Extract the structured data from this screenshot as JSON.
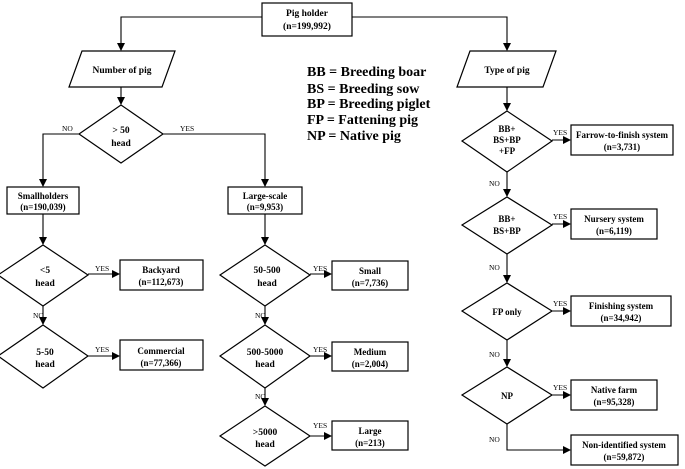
{
  "root": {
    "title": "Pig holder",
    "count": "(n=199,992)"
  },
  "left_branch": {
    "label": "Number of pig"
  },
  "right_branch": {
    "label": "Type of pig"
  },
  "legend": [
    "BB = Breeding boar",
    "BS = Breeding sow",
    "BP = Breeding piglet",
    "FP = Fattening pig",
    "NP = Native pig"
  ],
  "decision_50": {
    "line1": "> 50",
    "line2": "head",
    "no": "NO",
    "yes": "YES"
  },
  "smallholders": {
    "title": "Smallholders",
    "count": "(n=190,039)"
  },
  "largescale": {
    "title": "Large-scale",
    "count": "(n=9,953)"
  },
  "decision_lt5": {
    "line1": "<5",
    "line2": "head",
    "yes": "YES",
    "no": "NO"
  },
  "decision_5_50": {
    "line1": "5-50",
    "line2": "head",
    "yes": "YES"
  },
  "backyard": {
    "title": "Backyard",
    "count": "(n=112,673)"
  },
  "commercial": {
    "title": "Commercial",
    "count": "(n=77,366)"
  },
  "decision_50_500": {
    "line1": "50-500",
    "line2": "head",
    "yes": "YES",
    "no": "NO"
  },
  "decision_500_5000": {
    "line1": "500-5000",
    "line2": "head",
    "yes": "YES",
    "no": "NO"
  },
  "decision_gt5000": {
    "line1": ">5000",
    "line2": "head",
    "yes": "YES"
  },
  "small": {
    "title": "Small",
    "count": "(n=7,736)"
  },
  "medium": {
    "title": "Medium",
    "count": "(n=2,004)"
  },
  "large": {
    "title": "Large",
    "count": "(n=213)"
  },
  "decision_ftf": {
    "line1": "BB+",
    "line2": "BS+BP",
    "line3": "+FP",
    "yes": "YES",
    "no": "NO"
  },
  "decision_nursery": {
    "line1": "BB+",
    "line2": "BS+BP",
    "yes": "YES",
    "no": "NO"
  },
  "decision_fp": {
    "line1": "FP only",
    "yes": "YES",
    "no": "NO"
  },
  "decision_np": {
    "line1": "NP",
    "yes": "YES",
    "no": "NO"
  },
  "ftf": {
    "title": "Farrow-to-finish system",
    "count": "(n=3,731)"
  },
  "nursery": {
    "title": "Nursery system",
    "count": "(n=6,119)"
  },
  "finishing": {
    "title": "Finishing system",
    "count": "(n=34,942)"
  },
  "native": {
    "title": "Native farm",
    "count": "(n=95,328)"
  },
  "nonid": {
    "title": "Non-identified system",
    "count": "(n=59,872)"
  }
}
